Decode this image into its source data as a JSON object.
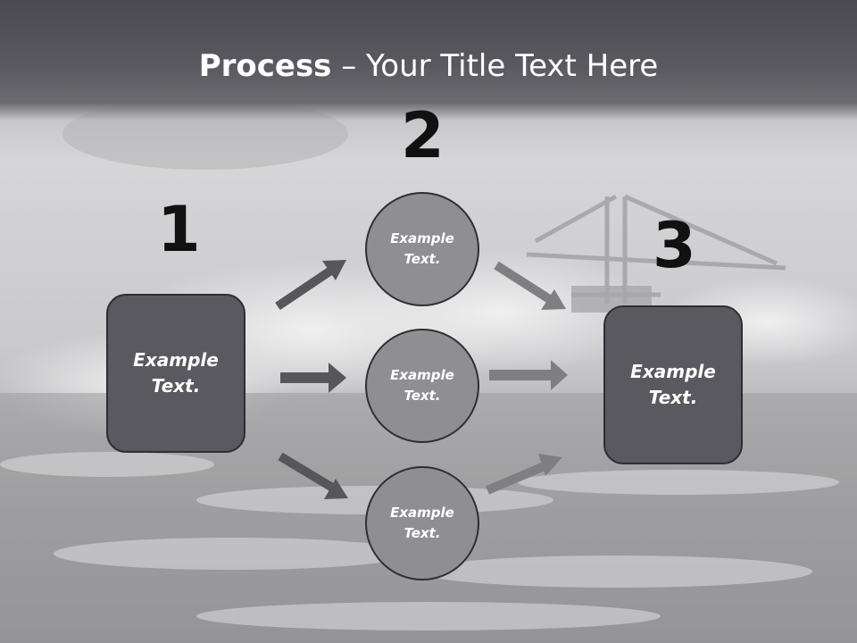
{
  "title": {
    "bold": "Process",
    "rest": " – Your Title Text Here"
  },
  "steps": [
    {
      "number": "1",
      "label": "Example Text."
    },
    {
      "number": "2",
      "labels": [
        "Example Text.",
        "Example Text.",
        "Example Text."
      ]
    },
    {
      "number": "3",
      "label": "Example Text."
    }
  ],
  "colors": {
    "box": "#5a595f",
    "circle": "#8f8f92",
    "arrow_dark": "#57565b",
    "arrow_light": "#7f7f83"
  }
}
